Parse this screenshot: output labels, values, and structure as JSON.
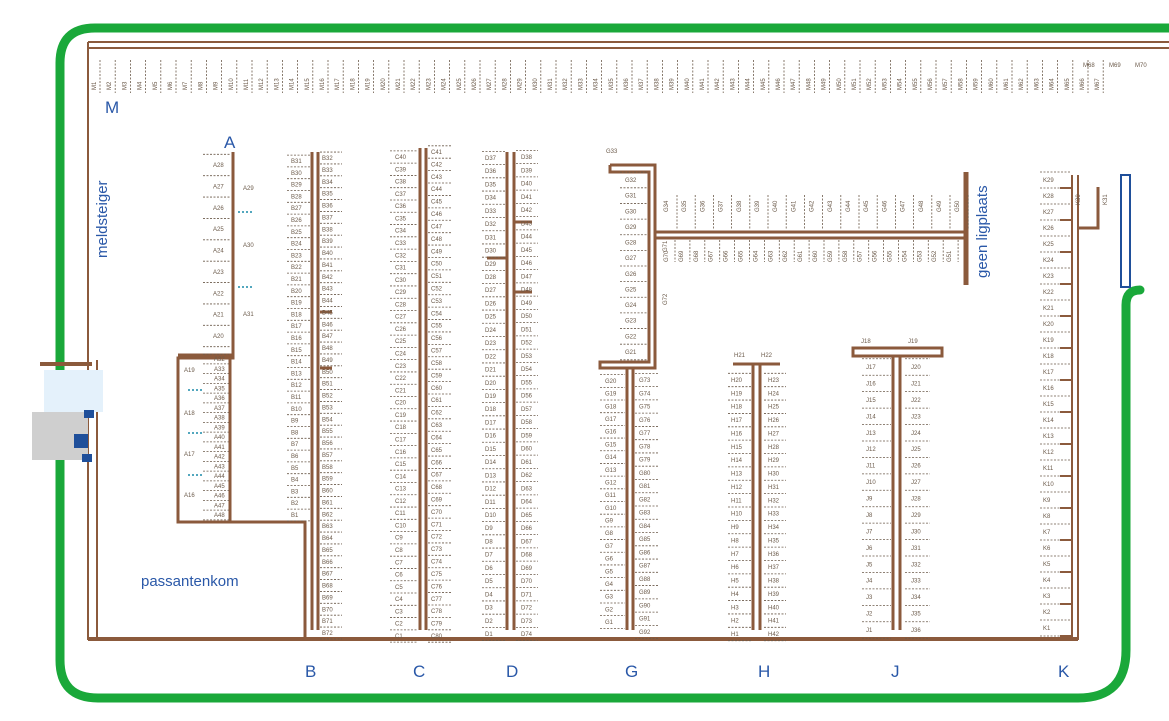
{
  "labels": {
    "pier_a": "A",
    "pier_b": "B",
    "pier_c": "C",
    "pier_d": "D",
    "pier_g": "G",
    "pier_h": "H",
    "pier_j": "J",
    "pier_k": "K",
    "pier_m": "M",
    "meldsteiger": "meldsteiger",
    "passantenkom": "passantenkom",
    "geen_ligplaats": "geen ligplaats"
  },
  "colors": {
    "quay_green": "#1aa83a",
    "jetty_brown": "#8b5a3c",
    "text_blue": "#2a58a8",
    "berth_text": "#6b5a4a",
    "building_light": "#e4f1fb",
    "building_gray": "#cfcfcf",
    "building_blue": "#1f4f9a"
  },
  "berths": {
    "M_start": 1,
    "M_end": 70,
    "A_top_left": {
      "prefix": "A",
      "from": 28,
      "to": 20
    },
    "A_top_right": {
      "labels": [
        "A29",
        "A30",
        "A31"
      ]
    },
    "A_low_left": {
      "labels": [
        "A19",
        "A18",
        "A17",
        "A16"
      ]
    },
    "A_low_right": {
      "prefix": "A",
      "from": 32,
      "to": 48
    },
    "B_left": {
      "prefix": "B",
      "from": 31,
      "to": 1
    },
    "B_right": {
      "prefix": "B",
      "from": 32,
      "to": 72
    },
    "C_left": {
      "prefix": "C",
      "from": 40,
      "to": 1
    },
    "C_right": {
      "prefix": "C",
      "from": 41,
      "to": 80
    },
    "D_left": {
      "prefix": "D",
      "from": 37,
      "to": 1
    },
    "D_right": {
      "prefix": "D",
      "from": 38,
      "to": 74
    },
    "G_top_label": "G33",
    "G_upper_left": {
      "prefix": "G",
      "from": 32,
      "to": 21
    },
    "G_lower_left": {
      "prefix": "G",
      "from": 20,
      "to": 1
    },
    "G_lower_right": {
      "prefix": "G",
      "from": 73,
      "to": 92
    },
    "G_arm_top": {
      "prefix": "G",
      "from": 34,
      "to": 50
    },
    "G_arm_bottom": {
      "prefix": "G",
      "from": 70,
      "to": 51
    },
    "G_side_labels": [
      "G71",
      "G72"
    ],
    "H_top": [
      "H21",
      "H22"
    ],
    "H_left": {
      "prefix": "H",
      "from": 20,
      "to": 1
    },
    "H_right": {
      "prefix": "H",
      "from": 23,
      "to": 42
    },
    "J_top": [
      "J18",
      "J19"
    ],
    "J_left": {
      "prefix": "J",
      "from": 17,
      "to": 1
    },
    "J_right": {
      "prefix": "J",
      "from": 20,
      "to": 36
    },
    "K_left": {
      "prefix": "K",
      "from": 29,
      "to": 1
    },
    "K_side": [
      "K30",
      "K31"
    ]
  }
}
